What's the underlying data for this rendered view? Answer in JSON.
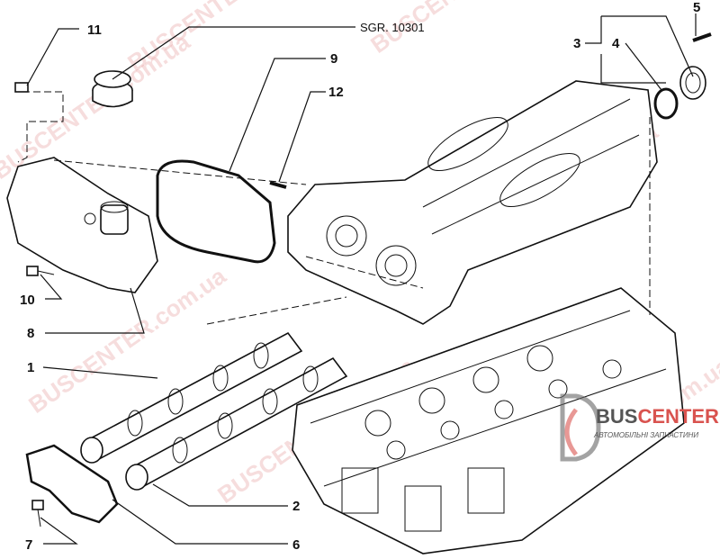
{
  "diagram": {
    "reference": "SGR. 10301",
    "callouts": [
      "1",
      "2",
      "3",
      "4",
      "5",
      "6",
      "7",
      "8",
      "9",
      "10",
      "11",
      "12"
    ]
  },
  "watermark": {
    "text": "BUSCENTER.com.ua",
    "color": "#e8a0a0"
  },
  "logo": {
    "brand_part1": "BUS",
    "brand_part2": "CENTER",
    "tagline": "АВТОМОБІЛЬНІ ЗАПЧАСТИНИ",
    "color1": "#555555",
    "color2": "#d9534f"
  }
}
